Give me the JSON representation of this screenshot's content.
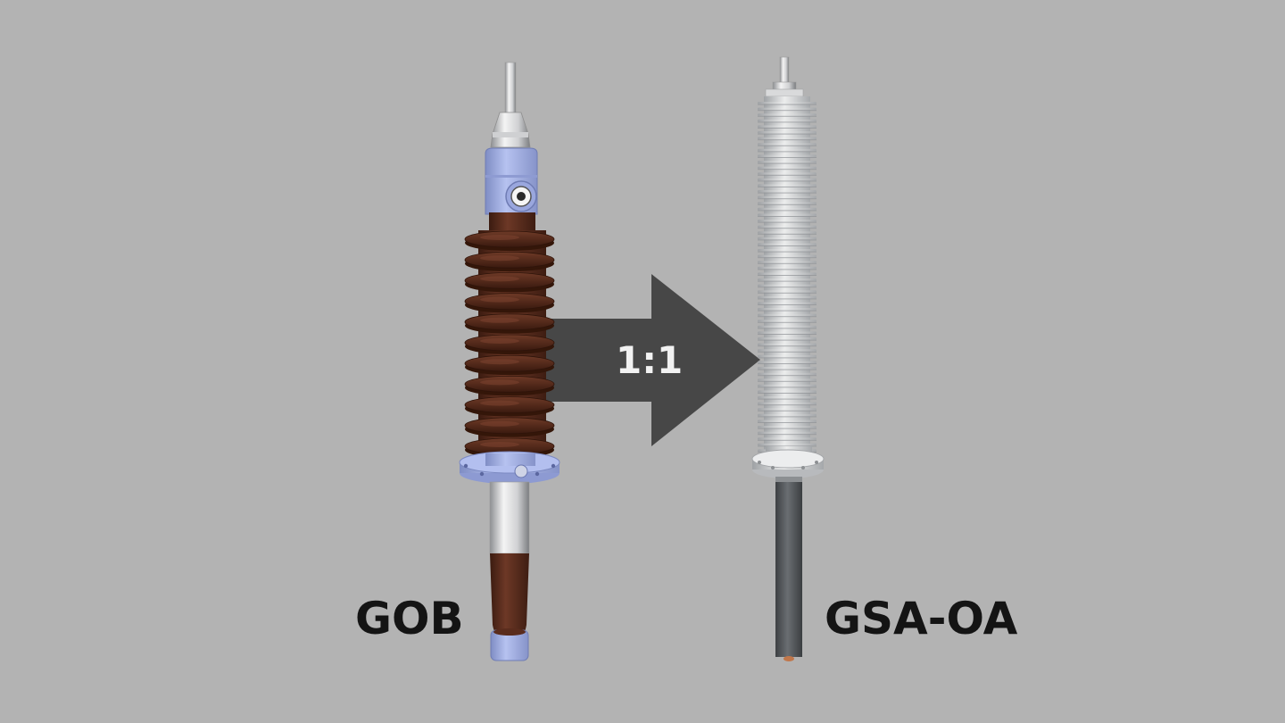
{
  "left_product": {
    "name": "GOB"
  },
  "right_product": {
    "name": "GSA-OA"
  },
  "conversion": {
    "ratio": "1:1"
  },
  "colors": {
    "background": "#b3b3b3",
    "arrow": "#474747",
    "gob_porcelain": "#5a2c1d",
    "gob_housing": "#a7b4e6",
    "gsa_sheds": "#d2d4d6",
    "gsa_rod": "#54585b"
  }
}
